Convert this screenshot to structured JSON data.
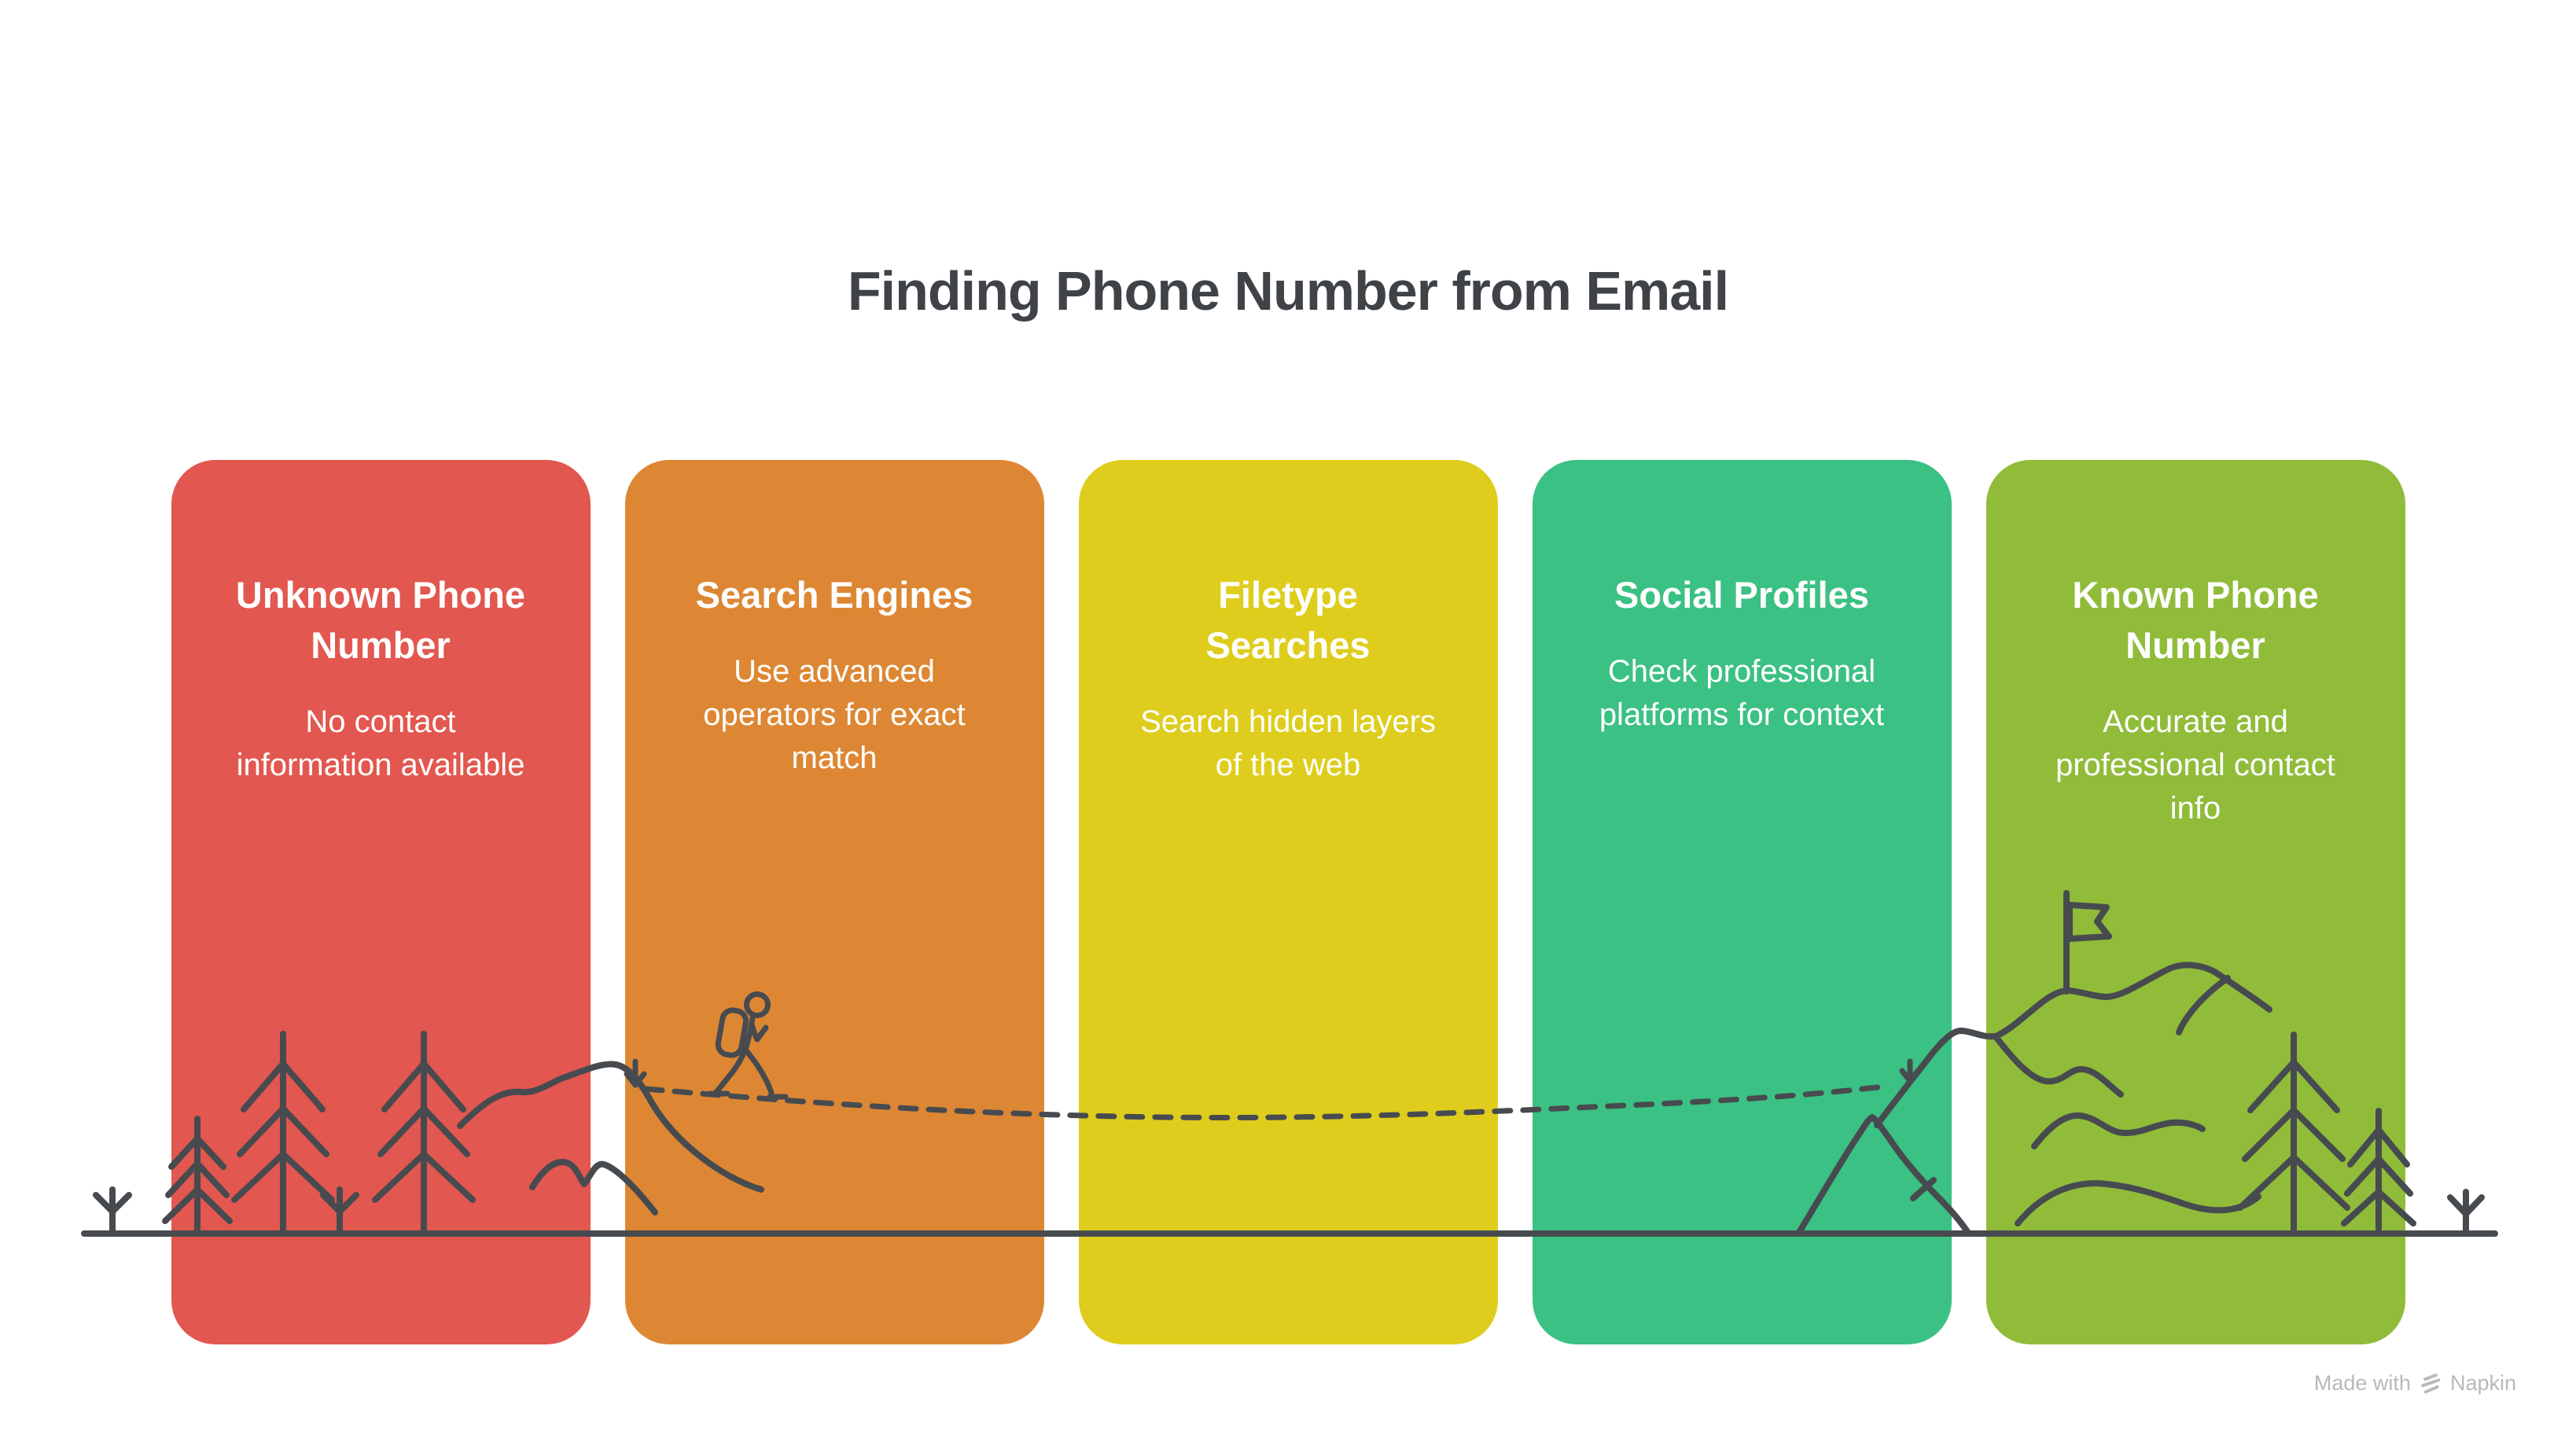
{
  "page": {
    "title": "Finding Phone Number from Email",
    "title_color": "#3F4347",
    "background": "#FFFFFF"
  },
  "cards": [
    {
      "title": "Unknown Phone\nNumber",
      "body": "No contact\ninformation available",
      "color": "#E2574F"
    },
    {
      "title": "Search Engines",
      "body": "Use advanced\noperators for exact\nmatch",
      "color": "#DD8734"
    },
    {
      "title": "Filetype\nSearches",
      "body": "Search hidden layers\nof the web",
      "color": "#DECD1D"
    },
    {
      "title": "Social Profiles",
      "body": "Check professional\nplatforms for context",
      "color": "#3BC183"
    },
    {
      "title": "Known Phone\nNumber",
      "body": "Accurate and\nprofessional contact\ninfo",
      "color": "#90BC3A"
    }
  ],
  "illustration": {
    "line_color": "#474B4F",
    "elements": {
      "ground": "baseline across scene",
      "left_forest": "pine trees and saplings",
      "left_mountain": "ridge and foothills with trail start marker",
      "hiker": "hiker with backpack walking on trail",
      "trail": "dashed trail linking both mountains",
      "right_mountain": "mountain range with summit flag",
      "right_forest": "pine trees and sapling"
    }
  },
  "watermark": {
    "text_before": "Made with",
    "brand": "Napkin",
    "color": "#B9B9B9",
    "logo": "napkin-logo"
  }
}
